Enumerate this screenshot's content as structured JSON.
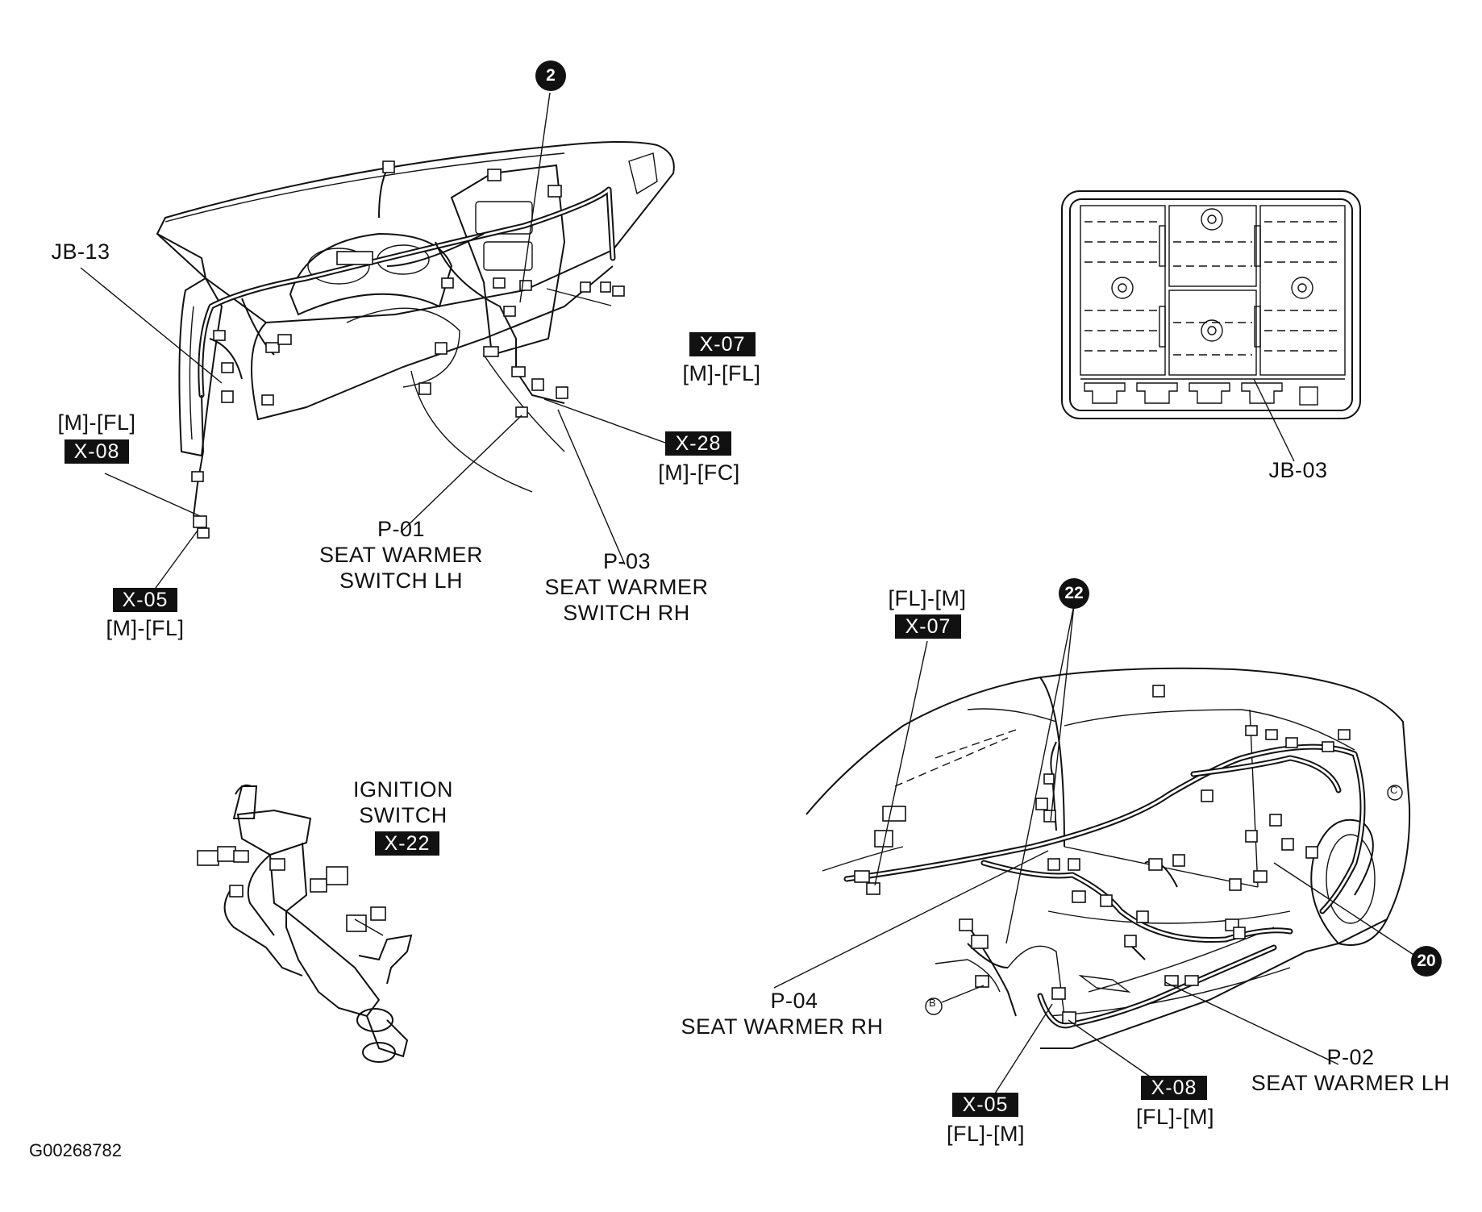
{
  "figure_id": "G00268782",
  "callouts": {
    "badge_2": "2",
    "badge_22": "22",
    "badge_20": "20",
    "jb13": "JB-13",
    "jb03": "JB-03",
    "x07_top": {
      "code": "X-07",
      "pair": "[M]-[FL]"
    },
    "x08_top": {
      "code": "X-08",
      "pair": "[M]-[FL]"
    },
    "x05_top": {
      "code": "X-05",
      "pair": "[M]-[FL]"
    },
    "x28": {
      "code": "X-28",
      "pair": "[M]-[FC]"
    },
    "p01": {
      "code": "P-01",
      "line1": "SEAT WARMER",
      "line2": "SWITCH LH"
    },
    "p03": {
      "code": "P-03",
      "line1": "SEAT WARMER",
      "line2": "SWITCH RH"
    },
    "ignition": {
      "line1": "IGNITION",
      "line2": "SWITCH",
      "code": "X-22"
    },
    "x07_bottom": {
      "pair": "[FL]-[M]",
      "code": "X-07"
    },
    "p04": {
      "code": "P-04",
      "name": "SEAT WARMER RH"
    },
    "p02": {
      "code": "P-02",
      "name": "SEAT WARMER LH"
    },
    "x05_bottom": {
      "code": "X-05",
      "pair": "[FL]-[M]"
    },
    "x08_bottom": {
      "code": "X-08",
      "pair": "[FL]-[M]"
    },
    "mark_b": "B",
    "mark_c": "C"
  }
}
